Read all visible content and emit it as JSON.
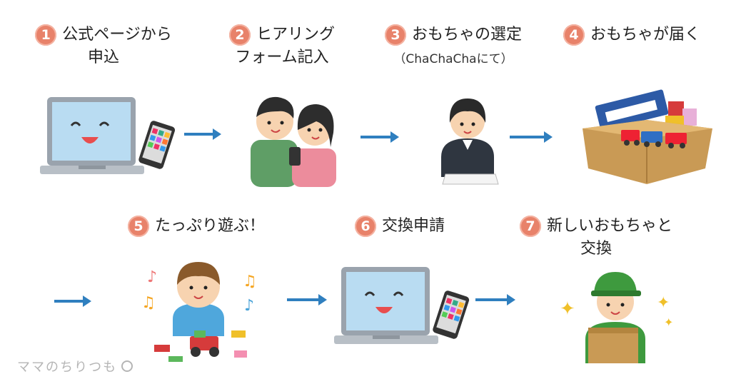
{
  "steps": [
    {
      "num": "1",
      "line1": "公式ページから",
      "line2": "申込"
    },
    {
      "num": "2",
      "line1": "ヒアリング",
      "line2": "フォーム記入"
    },
    {
      "num": "3",
      "line1": "おもちゃの選定",
      "line2": "（ChaChaChaにて）"
    },
    {
      "num": "4",
      "line1": "おもちゃが届く"
    },
    {
      "num": "5",
      "line1": "たっぷり遊ぶ！"
    },
    {
      "num": "6",
      "line1": "交換申請"
    },
    {
      "num": "7",
      "line1": "新しいおもちゃと",
      "line2": "交換"
    }
  ],
  "watermark": "ママのちりつも",
  "colors": {
    "badge": "#e8826a",
    "arrow": "#2f7fbf"
  }
}
